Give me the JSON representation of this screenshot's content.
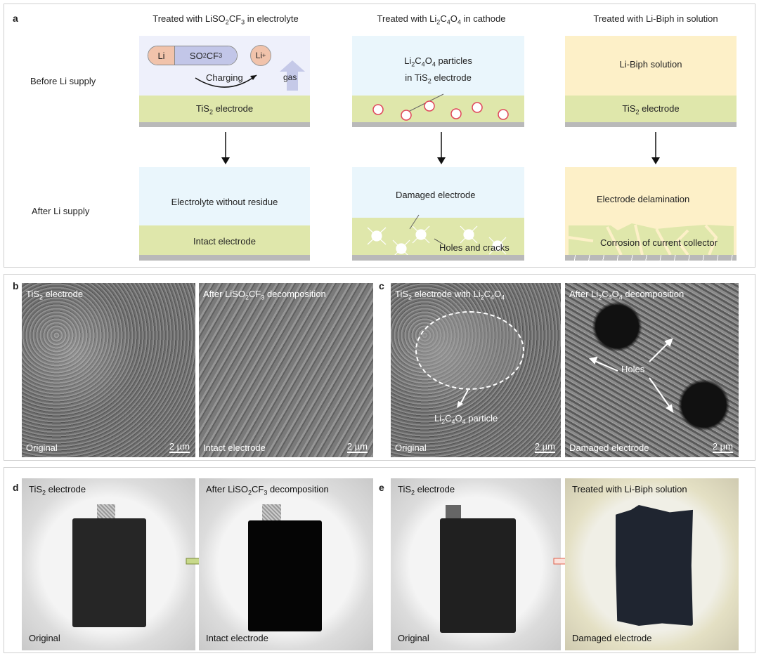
{
  "panel_a": {
    "label": "a",
    "columns": [
      {
        "header_pre": "Treated with LiSO",
        "header_sub1": "2",
        "header_mid": "CF",
        "header_sub2": "3",
        "header_post": " in electrolyte"
      },
      {
        "header_pre": "Treated with Li",
        "header_sub1": "2",
        "header_mid": "C",
        "header_sub2": "4",
        "header_mid2": "O",
        "header_sub3": "4",
        "header_post": " in cathode"
      },
      {
        "header": "Treated with Li-Biph in solution"
      }
    ],
    "rows": {
      "before": "Before Li supply",
      "after": "After Li supply"
    },
    "before": {
      "c1": {
        "li": "Li",
        "anion_pre": "SO",
        "anion_sub": "2",
        "anion_mid": "CF",
        "anion_sub2": "3",
        "liion": "Li",
        "liion_sup": "+",
        "charging": "Charging",
        "gas": "gas",
        "electrode_pre": "TiS",
        "electrode_sub": "2",
        "electrode_post": " electrode"
      },
      "c2": {
        "line1_pre": "Li",
        "s1": "2",
        "m1": "C",
        "s2": "4",
        "m2": "O",
        "s3": "4",
        "line1_post": " particles",
        "line2_pre": "in TiS",
        "line2_sub": "2",
        "line2_post": " electrode"
      },
      "c3": {
        "solution": "Li-Biph solution",
        "electrode_pre": "TiS",
        "electrode_sub": "2",
        "electrode_post": " electrode"
      }
    },
    "after": {
      "c1": {
        "top": "Electrolyte without residue",
        "bottom": "Intact electrode"
      },
      "c2": {
        "top": "Damaged electrode",
        "bottom": "Holes and cracks"
      },
      "c3": {
        "top": "Electrode delamination",
        "bottom": "Corrosion of current collector"
      }
    },
    "colors": {
      "lavender": "#eef0fb",
      "blue": "#eaf6fc",
      "beige": "#fdf0c8",
      "green": "#dfe7ab",
      "particle": "#e0455a"
    }
  },
  "panel_b": {
    "label": "b",
    "img1": {
      "title_pre": "TiS",
      "title_sub": "2",
      "title_post": " electrode",
      "caption": "Original",
      "scale": "2 µm"
    },
    "img2": {
      "title_pre": "After LiSO",
      "title_sub": "2",
      "title_mid": "CF",
      "title_sub2": "3",
      "title_post": " decomposition",
      "caption": "Intact electrode",
      "scale": "2 µm"
    }
  },
  "panel_c": {
    "label": "c",
    "img1": {
      "title_pre": "TiS",
      "title_sub": "2",
      "title_mid": " electrode with Li",
      "s1": "2",
      "m1": "C",
      "s2": "4",
      "m2": "O",
      "s3": "4",
      "particle_pre": "Li",
      "p1": "2",
      "pm1": "C",
      "p2": "4",
      "pm2": "O",
      "p3": "4",
      "particle_post": " particle",
      "caption": "Original",
      "scale": "2 µm"
    },
    "img2": {
      "title_pre": "After Li",
      "s1": "2",
      "m1": "C",
      "s2": "4",
      "m2": "O",
      "s3": "4",
      "title_post": " decomposition",
      "holes": "Holes",
      "caption": "Damaged electrode",
      "scale": "2 µm"
    }
  },
  "panel_d": {
    "label": "d",
    "img1": {
      "title_pre": "TiS",
      "title_sub": "2",
      "title_post": " electrode",
      "caption": "Original"
    },
    "img2": {
      "title_pre": "After LiSO",
      "title_sub": "2",
      "title_mid": "CF",
      "title_sub2": "3",
      "title_post": " decomposition",
      "caption": "Intact electrode"
    },
    "arrow_color": "#c8d98a"
  },
  "panel_e": {
    "label": "e",
    "img1": {
      "title_pre": "TiS",
      "title_sub": "2",
      "title_post": " electrode",
      "caption": "Original"
    },
    "img2": {
      "title": "Treated with Li-Biph solution",
      "caption": "Damaged electrode"
    },
    "arrow_color": "#f2a39a"
  }
}
